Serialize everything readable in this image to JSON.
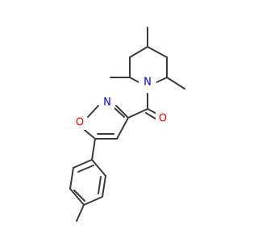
{
  "molecule": {
    "atoms": [
      {
        "id": "n1",
        "symbol": "N",
        "color": "#0000ff"
      },
      {
        "id": "o_carbonyl",
        "symbol": "O",
        "color": "#ff0000"
      },
      {
        "id": "n_isox",
        "symbol": "N",
        "color": "#0000ff"
      },
      {
        "id": "o_isox",
        "symbol": "O",
        "color": "#ff0000"
      }
    ],
    "bond_color": "#3a3a3a",
    "background": "#ffffff"
  }
}
